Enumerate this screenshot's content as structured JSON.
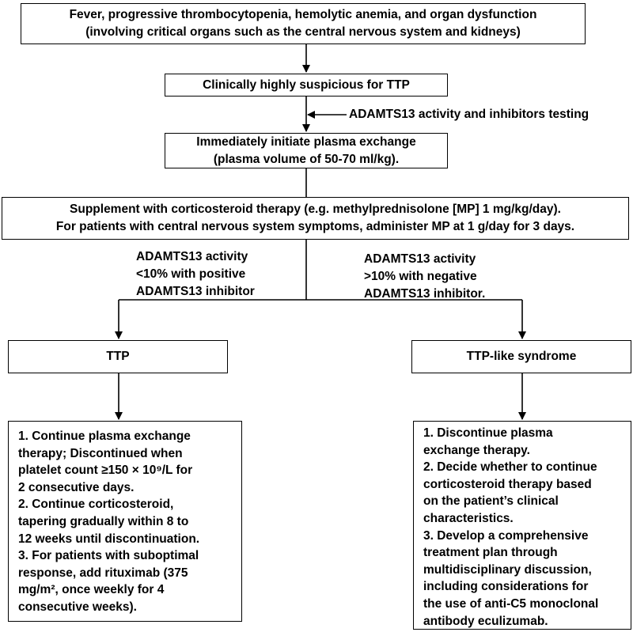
{
  "boxes": {
    "presentation": [
      "Fever, progressive thrombocytopenia, hemolytic anemia, and organ dysfunction",
      "(involving critical organs such as the central nervous system and kidneys)"
    ],
    "suspicion": "Clinically highly suspicious for TTP",
    "plasma_exchange": [
      "Immediately initiate plasma exchange",
      "(plasma volume of 50-70 ml/kg)."
    ],
    "corticosteroid": [
      "Supplement with corticosteroid therapy (e.g. methylprednisolone [MP] 1 mg/kg/day).",
      "For patients with central nervous system symptoms, administer MP at 1 g/day for 3 days."
    ],
    "ttp": "TTP",
    "ttp_like": "TTP-like syndrome",
    "ttp_management": [
      "1. Continue plasma exchange",
      "therapy; Discontinued when",
      "platelet count ≥150 × 10⁹/L for",
      "2 consecutive days.",
      "2. Continue corticosteroid,",
      "tapering gradually within 8 to",
      "12 weeks until discontinuation.",
      "3. For patients with suboptimal",
      "response, add rituximab (375",
      "mg/m², once weekly for 4",
      "consecutive weeks)."
    ],
    "ttp_like_management": [
      "1. Discontinue plasma",
      "exchange therapy.",
      "2. Decide whether to continue",
      "corticosteroid therapy based",
      "on the patient’s clinical",
      "characteristics.",
      "3. Develop a comprehensive",
      "treatment plan through",
      "multidisciplinary discussion,",
      "including considerations for",
      "the use of anti-C5 monoclonal",
      "antibody eculizumab."
    ]
  },
  "labels": {
    "testing": "ADAMTS13 activity and inhibitors testing",
    "left_branch": [
      "ADAMTS13 activity",
      "<10% with positive",
      "ADAMTS13 inhibitor"
    ],
    "right_branch": [
      "ADAMTS13 activity",
      ">10% with negative",
      "ADAMTS13 inhibitor."
    ]
  }
}
